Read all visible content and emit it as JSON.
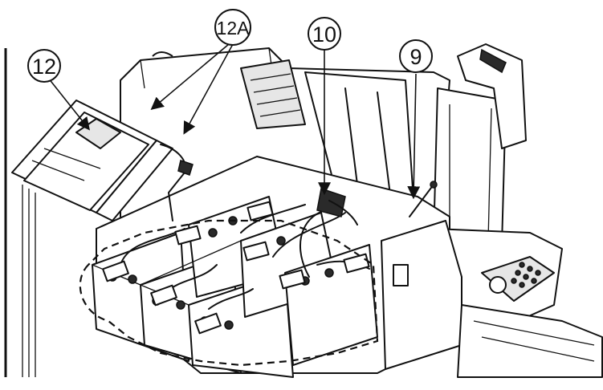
{
  "callouts": {
    "label_12": "12",
    "label_12a": "12A",
    "label_10": "10",
    "label_9": "9"
  },
  "colors": {
    "line": "#111111",
    "background": "#ffffff",
    "panel_fill": "#e6e6e6"
  }
}
